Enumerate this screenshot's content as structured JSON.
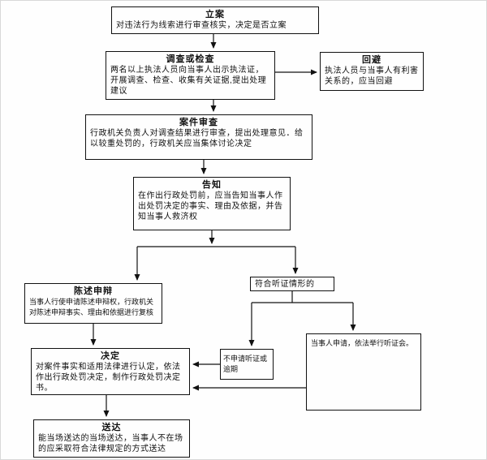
{
  "nodes": {
    "lian": {
      "title": "立案",
      "body": "对违法行为线索进行审查核实，决定是否立案"
    },
    "diaocha": {
      "title": "调查或检查",
      "body": "两名以上执法人员向当事人出示执法证，开展调查、检查、收集有关证据,提出处理建议"
    },
    "huibi": {
      "title": "回避",
      "body": "执法人员与当事人有利害关系的，应当回避"
    },
    "anjian": {
      "title": "案件审查",
      "body": "行政机关负责人对调查结果进行审查，提出处理意见．给以较重处罚的，行政机关应当集体讨论决定"
    },
    "gaozhi": {
      "title": "告知",
      "body": "在作出行政处罚前，应当告知当事人作出处罚决定的事实、理由及依据，并告知当事人救济权"
    },
    "chenshu": {
      "title": "陈述申辩",
      "body": "当事人行使申请陈述申辩权，行政机关对陈述申辩事实、理由和依据进行复核"
    },
    "fuhe": {
      "body": "符合听证情形的"
    },
    "tingzheng": {
      "body": "当事人申请，依法举行听证会。"
    },
    "bushenqing": {
      "body": "不申请听证或逾期"
    },
    "jueding": {
      "title": "决定",
      "body": "对案件事实和适用法律进行认定，依法作出行政处罚决定，制作行政处罚决定书。"
    },
    "songda": {
      "title": "送达",
      "body": "能当场送达的当场送达，当事人不在场的应采取符合法律规定的方式送达"
    }
  },
  "colors": {
    "line": "#111111",
    "box_border": "#111111",
    "background": "#fefefe",
    "text": "#111111"
  }
}
